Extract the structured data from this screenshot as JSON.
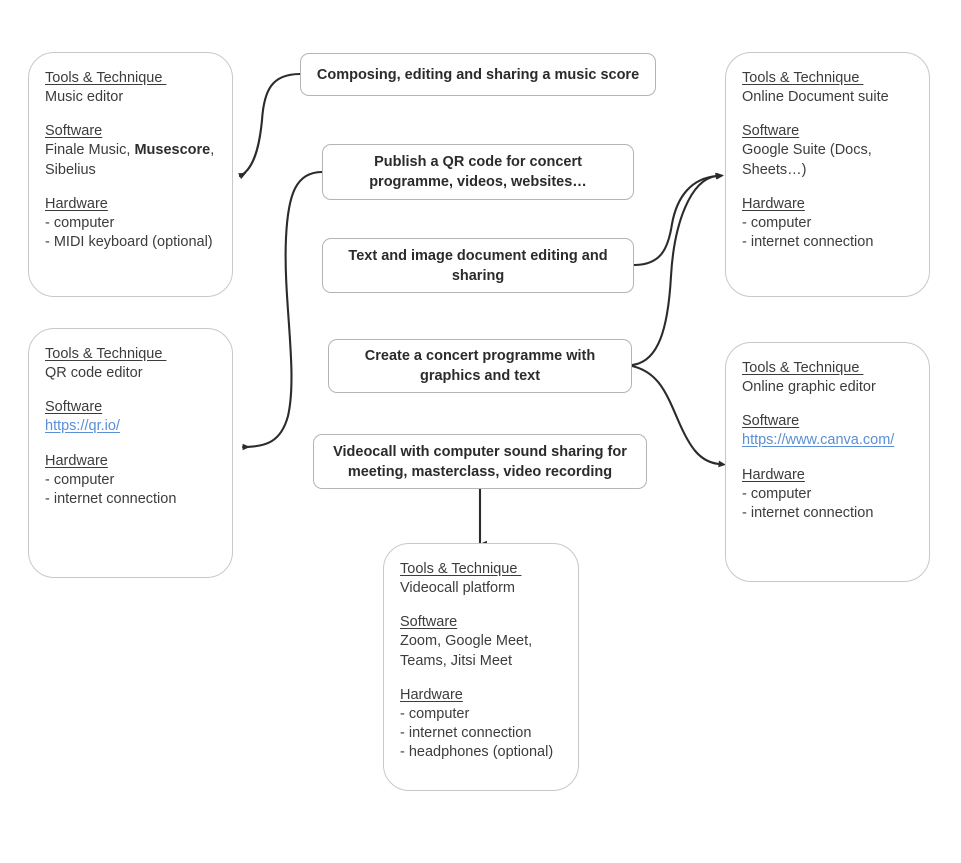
{
  "diagram": {
    "title": "Digital tools for music activities flowchart",
    "section_labels": {
      "tools": "Tools & Technique ",
      "software": "Software",
      "hardware": "Hardware"
    },
    "colors": {
      "text": "#3c3c3c",
      "task_text": "#2b2b2b",
      "link": "#5b8fd6",
      "card_border": "#c8c8c8",
      "task_border": "#b4b4b4",
      "arrow": "#2b2b2b",
      "background": "#ffffff"
    },
    "tasks": [
      {
        "id": "task-composing",
        "text": "Composing, editing and sharing a music score"
      },
      {
        "id": "task-qr",
        "text": "Publish a QR code for concert programme, videos, websites…"
      },
      {
        "id": "task-document",
        "text": "Text and image document editing and sharing"
      },
      {
        "id": "task-programme",
        "text": "Create a concert programme with graphics and text"
      },
      {
        "id": "task-videocall",
        "text": "Videocall with computer sound sharing for meeting, masterclass, video recording"
      }
    ],
    "resources": [
      {
        "id": "res-music-editor",
        "tools_label": "Tools & Technique ",
        "tools_value": "Music editor",
        "software_label": "Software",
        "software_lines": [
          "Finale Music, ",
          "Musescore",
          ", ",
          "Sibelius"
        ],
        "software_text_1": "Finale Music, ",
        "software_bold": "Musescore",
        "software_text_2": ",",
        "software_text_3": "Sibelius",
        "hardware_label": "Hardware",
        "hardware_items": [
          "- computer",
          "- MIDI keyboard (optional)"
        ]
      },
      {
        "id": "res-qr-editor",
        "tools_label": "Tools & Technique ",
        "tools_value": "QR code editor",
        "software_label": "Software",
        "software_link": "https://qr.io/",
        "hardware_label": "Hardware",
        "hardware_items": [
          "- computer",
          "- internet connection"
        ]
      },
      {
        "id": "res-document-suite",
        "tools_label": "Tools & Technique ",
        "tools_value": "Online Document suite",
        "software_label": "Software",
        "software_text_1": "Google Suite (Docs,",
        "software_text_2": "Sheets…)",
        "hardware_label": "Hardware",
        "hardware_items": [
          "- computer",
          "- internet connection"
        ]
      },
      {
        "id": "res-graphic-editor",
        "tools_label": "Tools & Technique ",
        "tools_value": "Online graphic editor",
        "software_label": "Software",
        "software_link": "https://www.canva.com/",
        "hardware_label": "Hardware",
        "hardware_items": [
          "- computer",
          "- internet connection"
        ]
      },
      {
        "id": "res-videocall-platform",
        "tools_label": "Tools & Technique ",
        "tools_value": "Videocall platform",
        "software_label": "Software",
        "software_text_1": "Zoom, Google Meet,",
        "software_text_2": "Teams, Jitsi Meet",
        "hardware_label": "Hardware",
        "hardware_items": [
          "- computer",
          "- internet connection",
          "- headphones (optional)"
        ]
      }
    ],
    "connections": [
      {
        "from": "task-composing",
        "to": "res-music-editor"
      },
      {
        "from": "task-qr",
        "to": "res-qr-editor"
      },
      {
        "from": "task-document",
        "to": "res-document-suite"
      },
      {
        "from": "task-programme",
        "to": "res-document-suite"
      },
      {
        "from": "task-programme",
        "to": "res-graphic-editor"
      },
      {
        "from": "task-videocall",
        "to": "res-videocall-platform"
      }
    ]
  }
}
